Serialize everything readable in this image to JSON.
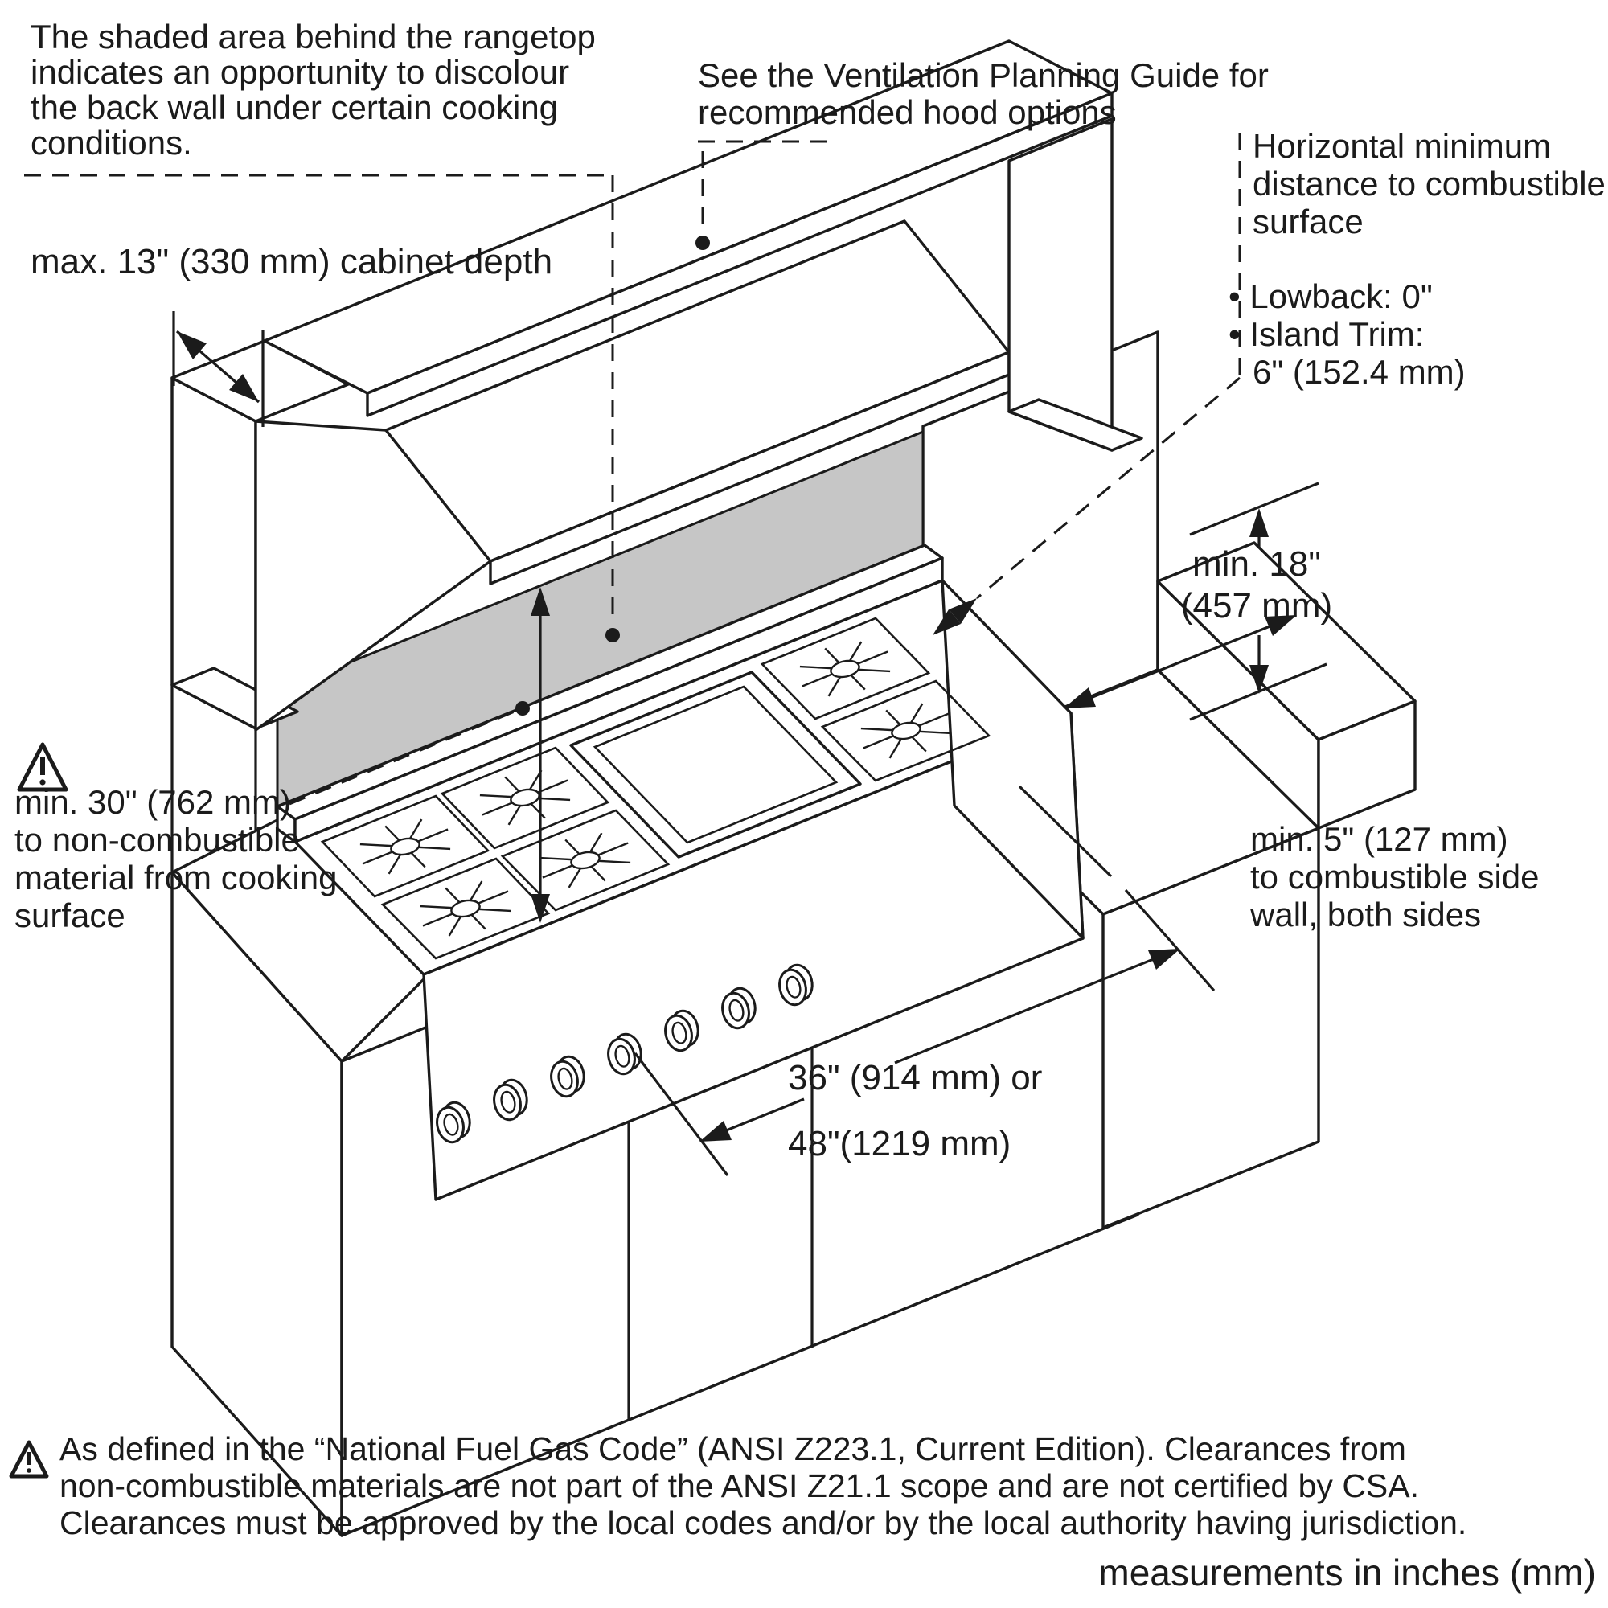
{
  "colors": {
    "ink": "#1b1b1b",
    "shade": "#c6c6c6",
    "background": "#ffffff"
  },
  "notes": {
    "shaded": {
      "l1": "The shaded area behind the rangetop",
      "l2": "indicates an opportunity to discolour",
      "l3": "the back wall under certain cooking",
      "l4": "conditions."
    },
    "vent": {
      "l1": "See the Ventilation Planning Guide for",
      "l2": "recommended hood options"
    },
    "horiz": {
      "l1": "Horizontal minimum",
      "l2": "distance to combustible",
      "l3": "surface",
      "b1": "• Lowback: 0\"",
      "b2": "• Island Trim:",
      "b2v": "6\" (152.4 mm)"
    },
    "depth": "max. 13\" (330 mm) cabinet depth",
    "clearance18": {
      "l1": "min. 18\"",
      "l2": "(457 mm)"
    },
    "clearance30": {
      "l1": "min. 30\" (762 mm)",
      "l2": "to non-combustible",
      "l3": "material from cooking",
      "l4": "surface"
    },
    "clearance5": {
      "l1": "min. 5\" (127 mm)",
      "l2": "to combustible side",
      "l3": "wall, both sides"
    },
    "width": {
      "l1": "36\" (914 mm) or",
      "l2": "48\"(1219 mm)"
    },
    "footnote": {
      "l1": "As defined in the “National Fuel Gas Code” (ANSI Z223.1, Current Edition). Clearances from",
      "l2": "non-combustible materials are not part of the ANSI Z21.1 scope and are not certified by CSA.",
      "l3": "Clearances must be approved by the local codes and/or by the local authority having jurisdiction."
    },
    "units": "measurements in inches (mm)"
  }
}
